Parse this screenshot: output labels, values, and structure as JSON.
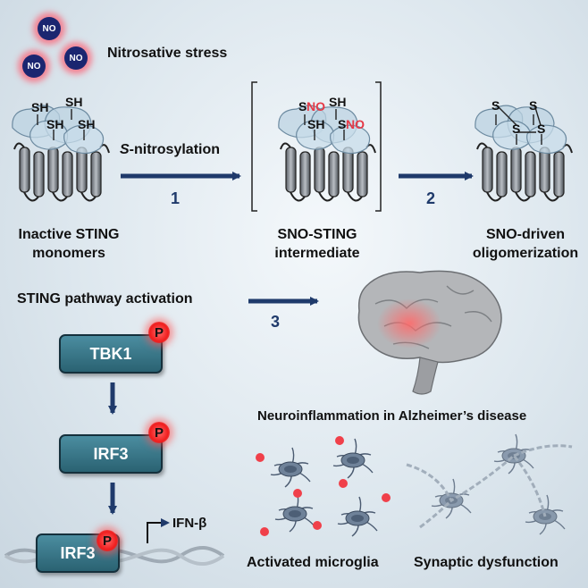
{
  "no_molecules": [
    "NO",
    "NO",
    "NO"
  ],
  "nitrosative_label": "Nitrosative stress",
  "thiol": "SH",
  "sno_s": "S",
  "sno_no": "NO",
  "disulfide_s": "S",
  "step1_label_italic": "S",
  "step1_label_rest": "-nitrosylation",
  "steps": [
    "1",
    "2",
    "3"
  ],
  "state_labels": {
    "inactive": [
      "Inactive STING",
      "monomers"
    ],
    "sno": [
      "SNO-STING",
      "intermediate"
    ],
    "oligo": [
      "SNO-driven",
      "oligomerization"
    ]
  },
  "pathway_label": "STING pathway activation",
  "kinases": [
    "TBK1",
    "IRF3",
    "IRF3"
  ],
  "phospho": "P",
  "ifn_label": "IFN-β",
  "neuro_label": "Neuroinflammation in Alzheimer’s disease",
  "microglia_label": "Activated microglia",
  "synaptic_label": "Synaptic dysfunction",
  "colors": {
    "arrow": "#1f3a6b",
    "no_glow": "#ff5a6e",
    "kinase": "#2f7080",
    "badge": "#f01d1d"
  }
}
